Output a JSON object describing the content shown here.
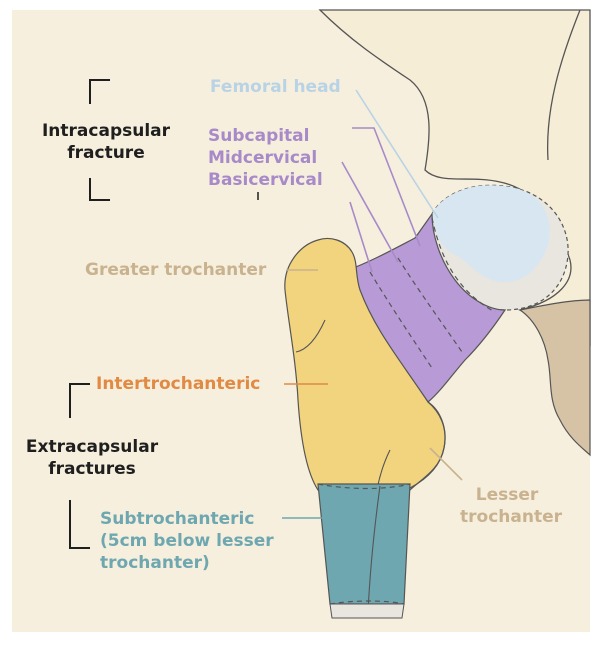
{
  "colors": {
    "background": "#f6efdd",
    "bone": "#f5edd5",
    "pelvis_shadow": "#d6c3a6",
    "trochanter": "#f2d37e",
    "neck": "#b89ad6",
    "head_light": "#d8e6f1",
    "head_pale": "#e9e6df",
    "shaft": "#6fa7b1",
    "outline": "#555555",
    "femoral_head_text": "#b9d3e6",
    "neck_text": "#a88ac9",
    "greater_text": "#c9b28f",
    "intertroch_text": "#e08a44",
    "lesser_text": "#c9b28f",
    "subtroch_text": "#6fa7b1",
    "black_text": "#1f1f1f"
  },
  "intracapsular": {
    "line1": "Intracapsular",
    "line2": "fracture"
  },
  "femoral_head": {
    "label": "Femoral head"
  },
  "neck_fractures": {
    "subcapital": "Subcapital",
    "midcervical": "Midcervical",
    "basicervical": "Basicervical"
  },
  "greater_trochanter": {
    "label": "Greater trochanter"
  },
  "intertrochanteric": {
    "label": "Intertrochanteric"
  },
  "extracapsular": {
    "line1": "Extracapsular",
    "line2": "fractures"
  },
  "lesser_trochanter": {
    "line1": "Lesser",
    "line2": "trochanter"
  },
  "subtrochanteric": {
    "line1": "Subtrochanteric",
    "line2": "(5cm below lesser",
    "line3": "trochanter)"
  }
}
